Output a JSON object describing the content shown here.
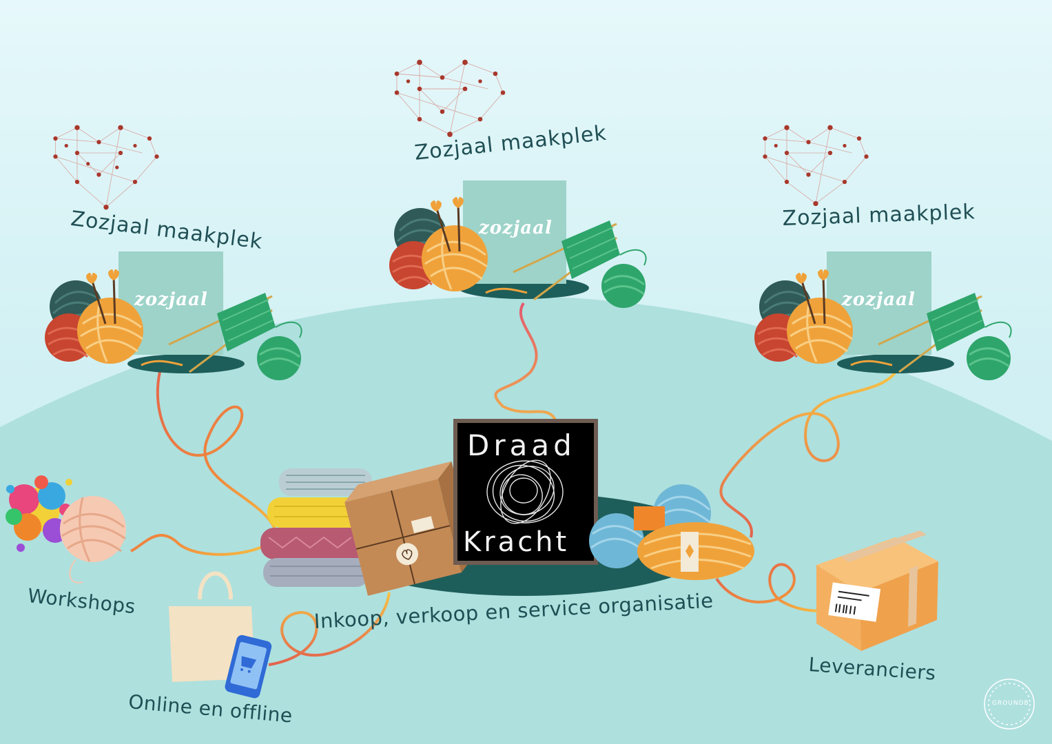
{
  "hubs": [
    {
      "title": "Zozjaal maakplek",
      "brand": "zozjaal"
    },
    {
      "title": "Zozjaal maakplek",
      "brand": "zozjaal"
    },
    {
      "title": "Zozjaal maakplek",
      "brand": "zozjaal"
    }
  ],
  "center": {
    "logo_line1": "Draad",
    "logo_line2": "Kracht",
    "caption": "Inkoop, verkoop en service organisatie"
  },
  "nodes": {
    "workshops": "Workshops",
    "online": "Online en offline",
    "suppliers": "Leveranciers"
  },
  "watermark": "GROUNDB",
  "colors": {
    "background": "#dff5f7",
    "ground": "#aee0de",
    "platform": "#1e5e5a",
    "text": "#1f4f54",
    "heart": "#a8382c",
    "yarn_dark": "#2f5a57",
    "yarn_red": "#c8452f",
    "yarn_orange": "#f0a23a",
    "yarn_green": "#2ea56b",
    "card": "#9dd3c9",
    "thread_start": "#e2624d",
    "thread_end": "#f6c244"
  }
}
